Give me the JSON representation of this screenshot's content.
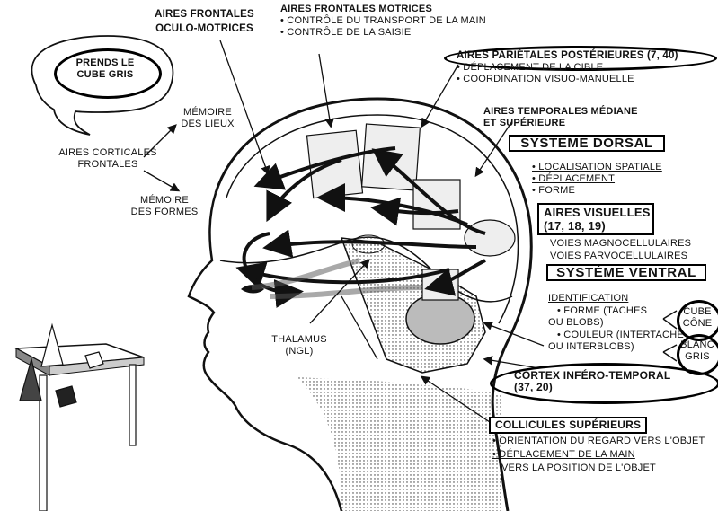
{
  "speech_bubble": {
    "line1": "PRENDS LE",
    "line2": "CUBE GRIS"
  },
  "frontal_cortical": {
    "line1": "AIRES CORTICALES",
    "line2": "FRONTALES"
  },
  "memoire_lieux": {
    "line1": "MÉMOIRE",
    "line2": "DES LIEUX"
  },
  "memoire_formes": {
    "line1": "MÉMOIRE",
    "line2": "DES FORMES"
  },
  "oculo_motor": {
    "line1": "AIRES FRONTALES",
    "line2": "OCULO-MOTRICES"
  },
  "motor": {
    "title": "AIRES FRONTALES MOTRICES",
    "items": [
      "• CONTRÔLE DU TRANSPORT DE LA MAIN",
      "• CONTRÔLE DE LA SAISIE"
    ]
  },
  "parietal": {
    "title": "AIRES PARIÉTALES POSTÉRIEURES (7, 40)",
    "items": [
      "• DÉPLACEMENT DE LA CIBLE",
      "• COORDINATION VISUO-MANUELLE"
    ]
  },
  "temporal_mid": {
    "line1": "AIRES TEMPORALES MÉDIANE",
    "line2": "ET SUPÉRIEURE"
  },
  "dorsal": {
    "title": "SYSTÈME DORSAL",
    "items": [
      "• LOCALISATION SPATIALE",
      "• DÉPLACEMENT",
      "• FORME"
    ]
  },
  "visual": {
    "line1": "AIRES VISUELLES",
    "line2": "(17, 18, 19)"
  },
  "voies": [
    "VOIES MAGNOCELLULAIRES",
    "VOIES PARVOCELLULAIRES"
  ],
  "ventral": {
    "title": "SYSTÈME VENTRAL",
    "identification": "IDENTIFICATION",
    "forme1": "• FORME (TACHES",
    "forme2": "OU BLOBS)",
    "couleur1": "• COULEUR (INTERTACHE",
    "couleur2": "OU INTERBLOBS)"
  },
  "shape_tags": {
    "cube": "CUBE",
    "cone": "CÔNE",
    "blanc": "BLANC",
    "gris": "GRIS"
  },
  "inferotemporal": {
    "line1": "CORTEX INFÉRO-TEMPORAL",
    "line2": "(37, 20)"
  },
  "thalamus": {
    "line1": "THALAMUS",
    "line2": "(NGL)"
  },
  "colliculi": {
    "title": "COLLICULES SUPÉRIEURS",
    "item1a": "• ORIENTATION DU REGARD",
    "item1b": " VERS L'OBJET",
    "item2a": "• DÉPLACEMENT DE LA MAIN",
    "item2b": "VERS LA POSITION DE L'OBJET"
  },
  "colors": {
    "ink": "#111111",
    "paper": "#ffffff",
    "shade": "#9a9a9a"
  }
}
